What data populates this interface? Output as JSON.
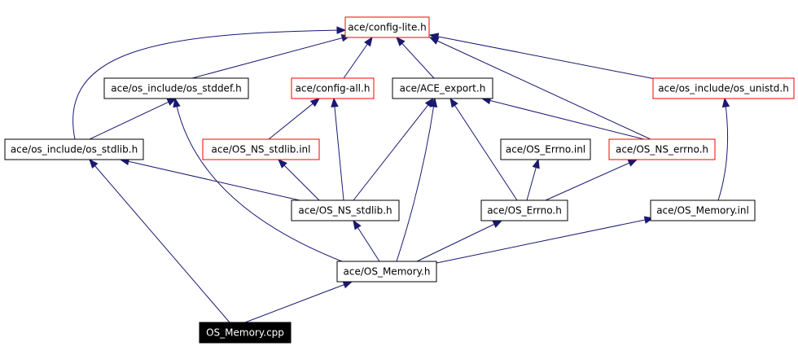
{
  "colors": {
    "edge": "#191970",
    "border_default": "#000000",
    "border_highlight": "#ff0000",
    "fill_default": "#ffffff",
    "fill_root": "#000000",
    "text_default": "#000000",
    "text_root": "#ffffff"
  },
  "nodes": [
    {
      "id": "config_lite",
      "label": "ace/config-lite.h",
      "style": "red"
    },
    {
      "id": "os_stddef",
      "label": "ace/os_include/os_stddef.h",
      "style": "normal"
    },
    {
      "id": "config_all",
      "label": "ace/config-all.h",
      "style": "red"
    },
    {
      "id": "ace_export",
      "label": "ace/ACE_export.h",
      "style": "normal"
    },
    {
      "id": "os_unistd",
      "label": "ace/os_include/os_unistd.h",
      "style": "red"
    },
    {
      "id": "os_stdlib",
      "label": "ace/os_include/os_stdlib.h",
      "style": "normal"
    },
    {
      "id": "os_ns_stdlib_inl",
      "label": "ace/OS_NS_stdlib.inl",
      "style": "red"
    },
    {
      "id": "os_errno_inl",
      "label": "ace/OS_Errno.inl",
      "style": "normal"
    },
    {
      "id": "os_ns_errno",
      "label": "ace/OS_NS_errno.h",
      "style": "red"
    },
    {
      "id": "os_ns_stdlib_h",
      "label": "ace/OS_NS_stdlib.h",
      "style": "normal"
    },
    {
      "id": "os_errno_h",
      "label": "ace/OS_Errno.h",
      "style": "normal"
    },
    {
      "id": "os_memory_inl",
      "label": "ace/OS_Memory.inl",
      "style": "normal"
    },
    {
      "id": "os_memory_h",
      "label": "ace/OS_Memory.h",
      "style": "normal"
    },
    {
      "id": "os_memory_cpp",
      "label": "OS_Memory.cpp",
      "style": "root"
    }
  ],
  "edges": [
    {
      "from": "os_memory_cpp",
      "to": "os_memory_h"
    },
    {
      "from": "os_memory_cpp",
      "to": "os_stdlib"
    },
    {
      "from": "os_memory_h",
      "to": "os_ns_stdlib_h"
    },
    {
      "from": "os_memory_h",
      "to": "os_errno_h"
    },
    {
      "from": "os_memory_h",
      "to": "os_memory_inl"
    },
    {
      "from": "os_memory_h",
      "to": "ace_export"
    },
    {
      "from": "os_memory_h",
      "to": "os_stddef"
    },
    {
      "from": "os_ns_stdlib_h",
      "to": "os_stdlib"
    },
    {
      "from": "os_ns_stdlib_h",
      "to": "os_ns_stdlib_inl"
    },
    {
      "from": "os_ns_stdlib_h",
      "to": "config_all"
    },
    {
      "from": "os_ns_stdlib_h",
      "to": "ace_export"
    },
    {
      "from": "os_errno_h",
      "to": "os_errno_inl"
    },
    {
      "from": "os_errno_h",
      "to": "os_ns_errno"
    },
    {
      "from": "os_errno_h",
      "to": "ace_export"
    },
    {
      "from": "os_memory_inl",
      "to": "os_unistd"
    },
    {
      "from": "os_stdlib",
      "to": "os_stddef"
    },
    {
      "from": "os_stdlib",
      "to": "config_lite"
    },
    {
      "from": "os_ns_stdlib_inl",
      "to": "config_all"
    },
    {
      "from": "os_ns_errno",
      "to": "ace_export"
    },
    {
      "from": "os_ns_errno",
      "to": "config_lite"
    },
    {
      "from": "os_stddef",
      "to": "config_lite"
    },
    {
      "from": "config_all",
      "to": "config_lite"
    },
    {
      "from": "ace_export",
      "to": "config_lite"
    },
    {
      "from": "os_unistd",
      "to": "config_lite"
    }
  ]
}
